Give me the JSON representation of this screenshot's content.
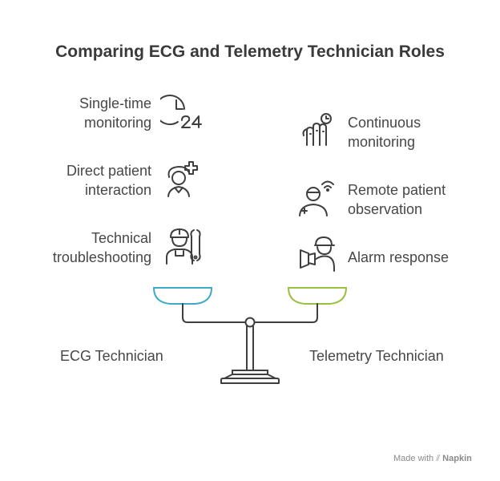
{
  "title": "Comparing ECG and Telemetry Technician Roles",
  "left": {
    "name": "ECG Technician",
    "items": [
      {
        "line1": "Single-time",
        "line2": "monitoring",
        "icon": "clock-24-icon"
      },
      {
        "line1": "Direct patient",
        "line2": "interaction",
        "icon": "nurse-medical-cross-icon"
      },
      {
        "line1": "Technical",
        "line2": "troubleshooting",
        "icon": "technician-wrench-icon"
      }
    ]
  },
  "right": {
    "name": "Telemetry Technician",
    "items": [
      {
        "line1": "Continuous",
        "line2": "monitoring",
        "icon": "hand-clock-icon"
      },
      {
        "line1": "Remote patient",
        "line2": "observation",
        "icon": "remote-patient-wifi-icon"
      },
      {
        "line1": "Alarm response",
        "line2": "",
        "icon": "worker-megaphone-icon"
      }
    ]
  },
  "footer": {
    "prefix": "Made with",
    "brand": "Napkin"
  },
  "colors": {
    "left_pan": "#3ea9c9",
    "right_pan": "#98c041",
    "line": "#3f3f3f",
    "text": "#474747"
  }
}
